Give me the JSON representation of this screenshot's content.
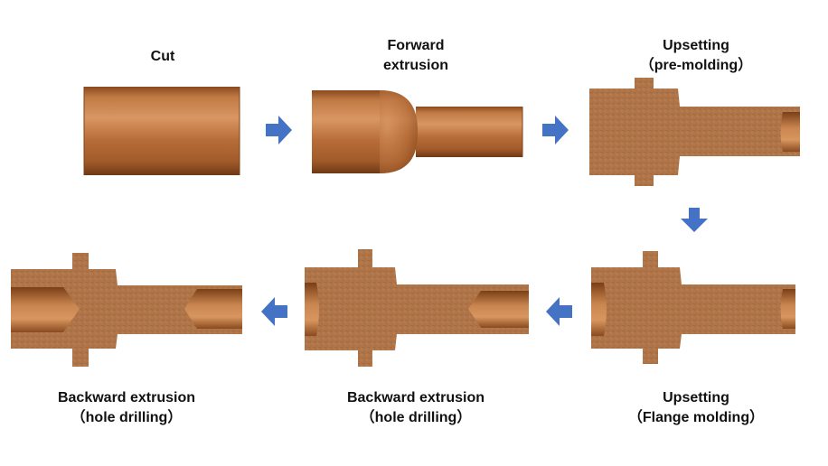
{
  "steps": [
    {
      "line1": "Cut",
      "line2": ""
    },
    {
      "line1": "Forward",
      "line2": "extrusion"
    },
    {
      "line1": "Upsetting",
      "line2": "（pre-molding）"
    },
    {
      "line1": "Upsetting",
      "line2": "（Flange molding）"
    },
    {
      "line1": "Backward extrusion",
      "line2": "（hole drilling）"
    },
    {
      "line1": "Backward extrusion",
      "line2": "（hole drilling）"
    }
  ],
  "colors": {
    "copper_light": "#cf8a55",
    "copper_mid": "#b36a35",
    "copper_dark": "#7e4219",
    "section": "#b0764a",
    "arrow": "#4472c4"
  },
  "icons": [
    "arrow-right-icon",
    "arrow-down-icon",
    "arrow-left-icon"
  ]
}
